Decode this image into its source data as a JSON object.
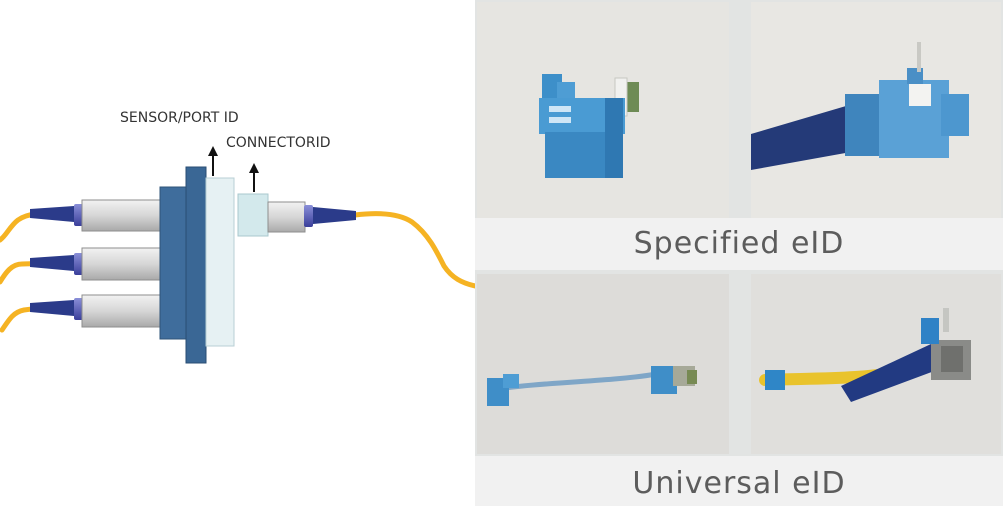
{
  "diagram": {
    "sensor_port_label": "SENSOR/PORT ID",
    "connector_label": "CONNECTORID"
  },
  "panels": {
    "top_caption": "Specified eID",
    "bottom_caption": "Universal eID"
  },
  "colors": {
    "fiber": "#f5b323",
    "boot": "#2b3b8a",
    "panel": "#3f6d9c",
    "sensor": "#e6f1f3",
    "eid_blue": "#3d8fc9"
  }
}
